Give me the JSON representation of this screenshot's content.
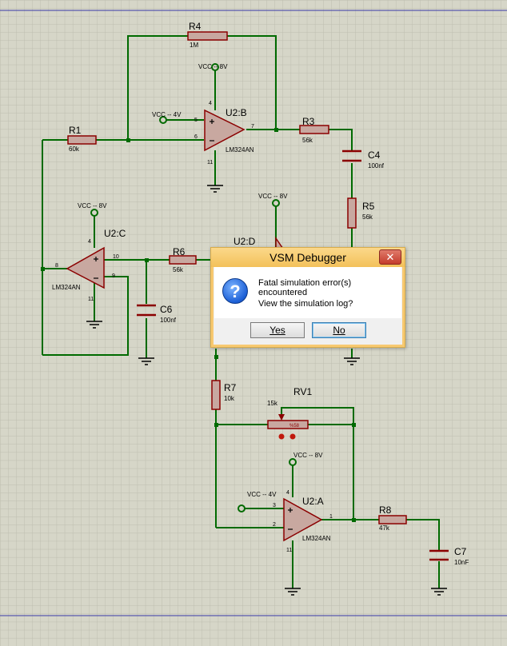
{
  "schematic": {
    "components": {
      "R4": {
        "ref": "R4",
        "value": "1M"
      },
      "R1": {
        "ref": "R1",
        "value": "60k"
      },
      "R3": {
        "ref": "R3",
        "value": "56k"
      },
      "R5": {
        "ref": "R5",
        "value": "56k"
      },
      "R6": {
        "ref": "R6",
        "value": "56k"
      },
      "R7": {
        "ref": "R7",
        "value": "10k"
      },
      "R8": {
        "ref": "R8",
        "value": "47k"
      },
      "C4": {
        "ref": "C4",
        "value": "100nf"
      },
      "C6": {
        "ref": "C6",
        "value": "100nf"
      },
      "C7": {
        "ref": "C7",
        "value": "10nF"
      },
      "RV1": {
        "ref": "RV1",
        "value": "15k",
        "wiper": "%58"
      },
      "U2B": {
        "ref": "U2:B",
        "part": "LM324AN"
      },
      "U2C": {
        "ref": "U2:C",
        "part": "LM324AN"
      },
      "U2D": {
        "ref": "U2:D"
      },
      "U2A": {
        "ref": "U2:A",
        "part": "LM324AN"
      }
    },
    "supplies": {
      "vcc8_b": "VCC -- 8V",
      "vcc4_b": "VCC -- 4V",
      "vcc8_c": "VCC -- 8V",
      "vcc8_d": "VCC -- 8V",
      "vcc8_a": "VCC -- 8V",
      "vcc4_a": "VCC -- 4V"
    },
    "pins": {
      "b4": "4",
      "b5": "5",
      "b6": "6",
      "b7": "7",
      "b11": "11",
      "c4": "4",
      "c8": "8",
      "c9": "9",
      "c10": "10",
      "c11": "11",
      "a1": "1",
      "a2": "2",
      "a3": "3",
      "a4": "4",
      "a11": "11"
    },
    "colors": {
      "wire": "#006a00",
      "part": "#8b0000",
      "fill": "#c8a8a0",
      "text": "#000000",
      "grid": "#bdbdaf",
      "background": "#d6d6c8"
    }
  },
  "dialog": {
    "title": "VSM Debugger",
    "close_glyph": "✕",
    "icon": "question-icon",
    "message_line1": "Fatal simulation error(s) encountered",
    "message_line2": "View the simulation log?",
    "yes_label": "Yes",
    "no_label": "No"
  }
}
